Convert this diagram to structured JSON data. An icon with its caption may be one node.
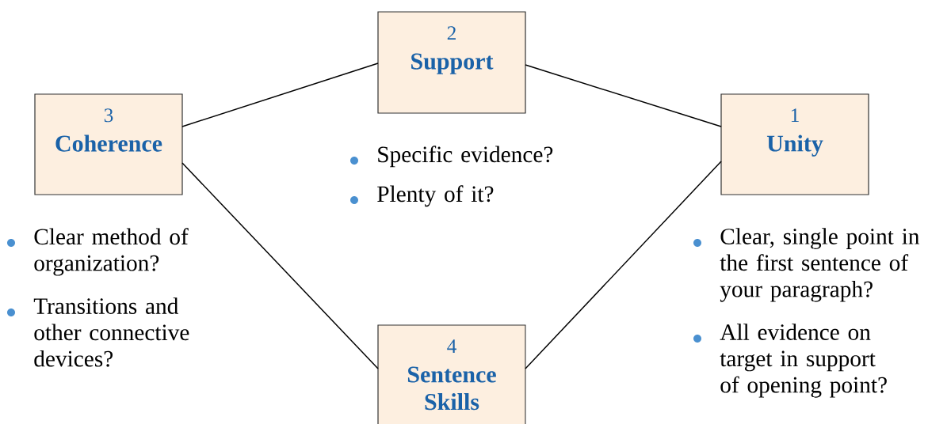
{
  "diagram": {
    "nodes": [
      {
        "text": [
          "2",
          "Support"
        ],
        "beside": [
          "Specific evidence?",
          "Plenty of it?"
        ]
      },
      {
        "text": [
          "3",
          "Coherence"
        ],
        "beside": [
          "Clear method of organization?",
          "Transitions and other connective devices?"
        ]
      },
      {
        "text": [
          "1",
          "Unity"
        ],
        "beside": [
          "Clear, single point in the first sentence of your paragraph?",
          "All evidence on target in support of opening point?"
        ]
      },
      {
        "text": [
          "4",
          "Sentence Skills"
        ]
      }
    ],
    "edges": [
      {
        "from": 0,
        "to": 1,
        "arrow": "none"
      },
      {
        "from": 0,
        "to": 2,
        "arrow": "none"
      },
      {
        "from": 1,
        "to": 3,
        "arrow": "none"
      },
      {
        "from": 2,
        "to": 3,
        "arrow": "none"
      }
    ]
  }
}
